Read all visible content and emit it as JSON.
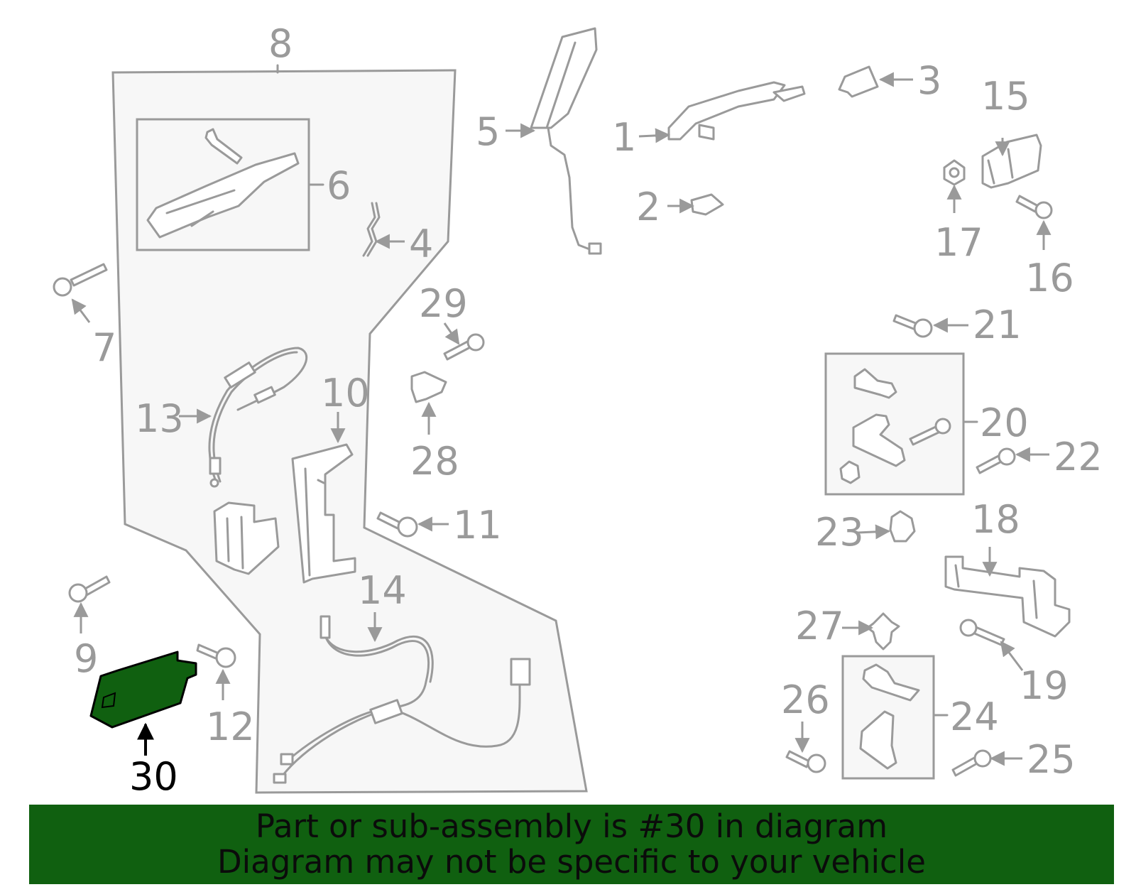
{
  "callouts": {
    "c1": "1",
    "c2": "2",
    "c3": "3",
    "c4": "4",
    "c5": "5",
    "c6": "6",
    "c7": "7",
    "c8": "8",
    "c9": "9",
    "c10": "10",
    "c11": "11",
    "c12": "12",
    "c13": "13",
    "c14": "14",
    "c15": "15",
    "c16": "16",
    "c17": "17",
    "c18": "18",
    "c19": "19",
    "c20": "20",
    "c21": "21",
    "c22": "22",
    "c23": "23",
    "c24": "24",
    "c25": "25",
    "c26": "26",
    "c27": "27",
    "c28": "28",
    "c29": "29",
    "c30": "30"
  },
  "highlight": {
    "part_number": "30",
    "color": "#106010"
  },
  "banner": {
    "line1": "Part or sub-assembly is #30 in diagram",
    "line2": "Diagram may not be specific to your vehicle",
    "color": "#106010"
  }
}
